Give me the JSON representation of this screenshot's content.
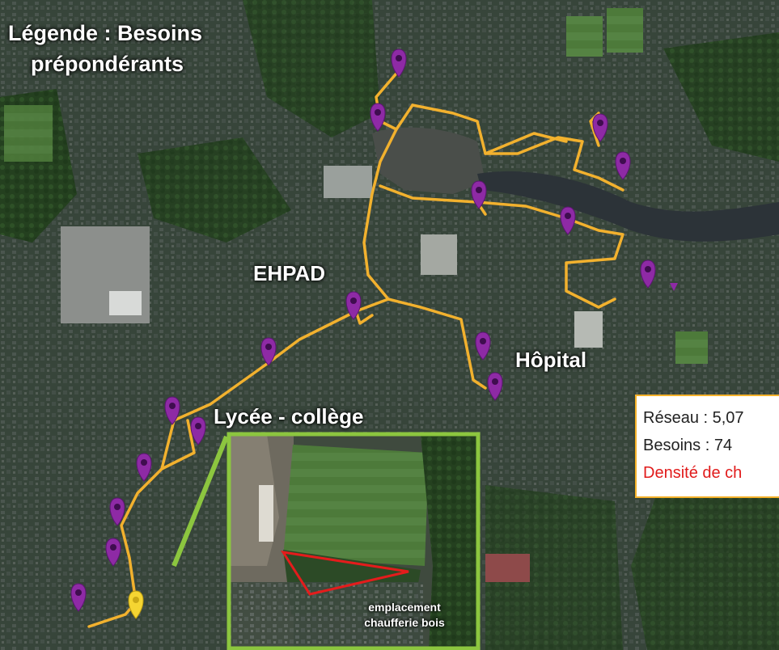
{
  "legend": {
    "line1": "Légende : Besoins",
    "line2": "prépondérants"
  },
  "places": {
    "ehpad": "EHPAD",
    "hopital": "Hôpital",
    "lycee": "Lycée - collège"
  },
  "info": {
    "reseau": "Réseau : 5,07",
    "besoins": "Besoins :  74",
    "densite": "Densité de ch"
  },
  "inset": {
    "caption_line1": "emplacement",
    "caption_line2": "chaufferie bois"
  },
  "colors": {
    "network": "#f2b12e",
    "marker": "#8e2aa5",
    "marker_highlight": "#f5d532",
    "inset_border": "#8cc63f",
    "plot_outline": "#e41c1c",
    "density_text": "#e11b1b"
  },
  "markers": {
    "count_purple": 17,
    "count_yellow": 1,
    "icon": "map-pin-icon"
  }
}
